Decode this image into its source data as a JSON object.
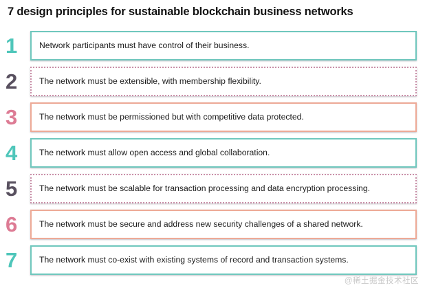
{
  "title": "7 design principles for sustainable blockchain business networks",
  "watermark": "@稀土掘金技术社区",
  "colors": {
    "teal": "#4fc6ba",
    "dark": "#58505f",
    "pink": "#dd7b94",
    "border_teal": "#6fc7bd",
    "border_mauve": "#c98fa8",
    "border_salmon": "#eda996",
    "title_text": "#121212",
    "body_text": "#1b1b1b",
    "background": "#ffffff",
    "watermark_text": "#c9c9c9"
  },
  "principles": [
    {
      "number": "1",
      "text": "Network participants must have control of their business.",
      "number_color": "teal",
      "border_style": "solid-teal"
    },
    {
      "number": "2",
      "text": "The network must be extensible, with membership flexibility.",
      "number_color": "dark",
      "border_style": "dotted-mauve"
    },
    {
      "number": "3",
      "text": "The network must be permissioned but with competitive data protected.",
      "number_color": "pink",
      "border_style": "solid-salmon"
    },
    {
      "number": "4",
      "text": "The network must allow open access and global collaboration.",
      "number_color": "teal",
      "border_style": "solid-teal"
    },
    {
      "number": "5",
      "text": "The network must be scalable for transaction processing and data encryption processing.",
      "number_color": "dark",
      "border_style": "dotted-mauve"
    },
    {
      "number": "6",
      "text": "The network must be secure and address new security challenges of a shared network.",
      "number_color": "pink",
      "border_style": "solid-salmon"
    },
    {
      "number": "7",
      "text": "The network must co-exist with existing systems of record and transaction systems.",
      "number_color": "teal",
      "border_style": "solid-teal"
    }
  ]
}
